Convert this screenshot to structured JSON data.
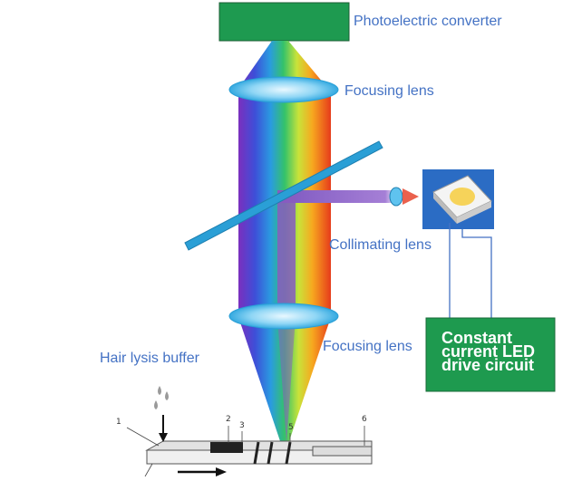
{
  "labels": {
    "photoelectric_converter": "Photoelectric converter",
    "focusing_lens_top": "Focusing lens",
    "collimating_lens": "Collimating lens",
    "focusing_lens_bottom": "Focusing lens",
    "hair_lysis_buffer": "Hair lysis buffer"
  },
  "driver_box": {
    "line1": "Constant",
    "line2": "current LED",
    "line3": "drive circuit"
  },
  "strip_numbers": [
    "1",
    "2",
    "3",
    "5",
    "6"
  ],
  "colors": {
    "label_text": "#4472c4",
    "converter_green": "#1e9a50",
    "driver_green": "#1e9a4f",
    "splitter_blue": "#2a9fd6",
    "led_panel_blue": "#2b6cc4",
    "beam_purple": "#8a5cc0"
  },
  "icons": [
    "led-chip-icon",
    "water-drops-icon",
    "down-arrow-icon",
    "right-arrow-icon"
  ]
}
